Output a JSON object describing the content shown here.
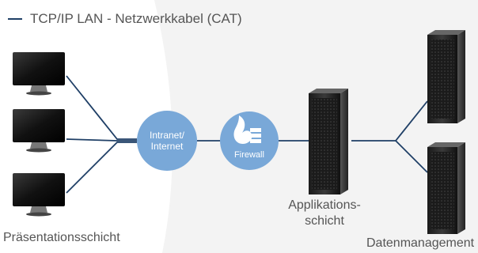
{
  "legend": {
    "label": "TCP/IP LAN - Netzwerkkabel (CAT)"
  },
  "nodes": {
    "intranet": {
      "line1": "Intranet/",
      "line2": "Internet"
    },
    "firewall": {
      "label": "Firewall"
    }
  },
  "labels": {
    "presentation": "Präsentationsschicht",
    "application_line1": "Applikations-",
    "application_line2": "schicht",
    "data_management": "Datenmanagement"
  },
  "colors": {
    "network_line": "#1f3f66",
    "node_fill": "#79a8d8",
    "background_arc": "#f3f3f3"
  }
}
